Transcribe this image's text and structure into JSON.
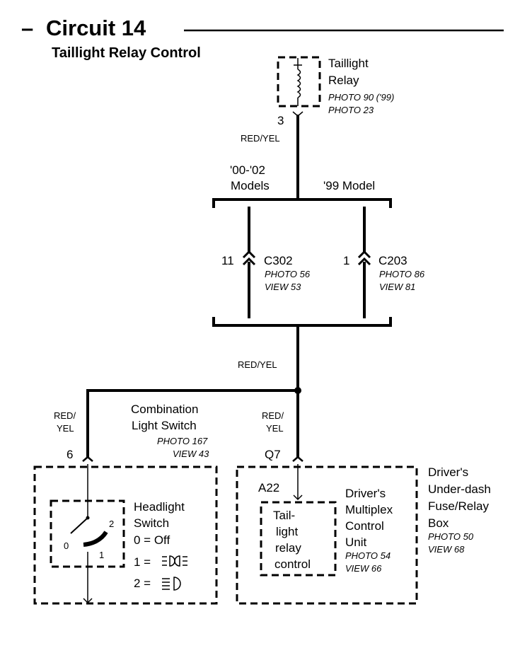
{
  "title": {
    "prefix": "–",
    "text": "Circuit 14",
    "subtitle": "Taillight Relay Control"
  },
  "relay": {
    "name": [
      "Taillight",
      "Relay"
    ],
    "photos": [
      "PHOTO 90 ('99)",
      "PHOTO 23"
    ],
    "pin": "3"
  },
  "wires": {
    "main": "RED/YEL",
    "left": [
      "RED/",
      "YEL"
    ],
    "right": [
      "RED/",
      "YEL"
    ]
  },
  "models": {
    "left": [
      "'00-'02",
      "Models"
    ],
    "right": "'99 Model"
  },
  "connectors": [
    {
      "pin": "11",
      "name": "C302",
      "photo": "PHOTO 56",
      "view": "VIEW 53"
    },
    {
      "pin": "1",
      "name": "C203",
      "photo": "PHOTO 86",
      "view": "VIEW 81"
    }
  ],
  "combination_switch": {
    "name": [
      "Combination",
      "Light Switch"
    ],
    "photo": "PHOTO 167",
    "view": "VIEW 43",
    "pin": "6",
    "headlight_switch": {
      "name": [
        "Headlight",
        "Switch"
      ],
      "positions": [
        "0 = Off",
        "1 =",
        "2 ="
      ],
      "marks": [
        "0",
        "1",
        "2"
      ]
    }
  },
  "fuse_box": {
    "name": [
      "Driver's",
      "Under-dash",
      "Fuse/Relay",
      "Box"
    ],
    "photo": "PHOTO 50",
    "view": "VIEW 68",
    "pin_outer": "Q7",
    "pin_inner": "A22"
  },
  "mcu": {
    "name": [
      "Driver's",
      "Multiplex",
      "Control",
      "Unit"
    ],
    "photo": "PHOTO 54",
    "view": "VIEW 66",
    "function": [
      "Tail-",
      "light",
      "relay",
      "control"
    ]
  },
  "icons": [
    "parking-light-icon",
    "headlight-icon"
  ]
}
